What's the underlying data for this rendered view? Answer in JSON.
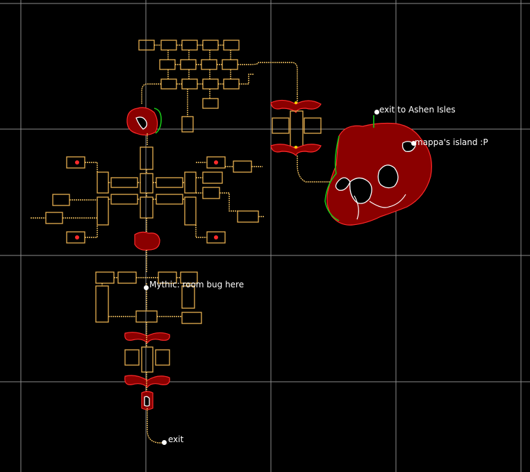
{
  "map": {
    "markers": [
      {
        "id": "ashen-exit",
        "label": "exit to Ashen Isles"
      },
      {
        "id": "mappa",
        "label": "mappa's island :P"
      },
      {
        "id": "mythic",
        "label": "Mythic: room bug here"
      },
      {
        "id": "exit",
        "label": "exit"
      }
    ],
    "colors": {
      "background": "#000000",
      "grid": "#8c8c8c",
      "path": "#f0c060",
      "lava": "#8b0000",
      "lava_edge": "#ff2a2a",
      "coast": "#18c818",
      "marker": "#ffffff"
    }
  }
}
